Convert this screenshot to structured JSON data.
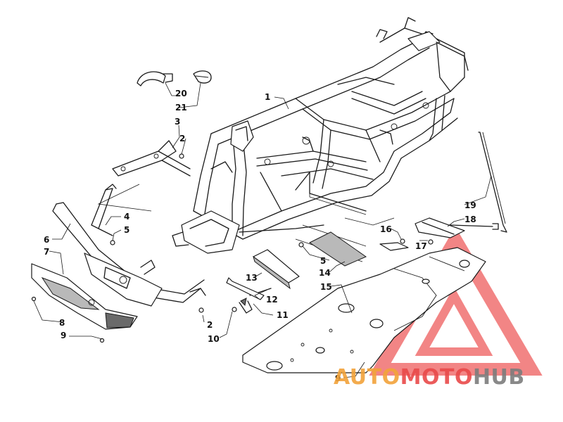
{
  "diagram": {
    "callouts": [
      {
        "id": "c1",
        "text": "1"
      },
      {
        "id": "c2a",
        "text": "2"
      },
      {
        "id": "c3",
        "text": "3"
      },
      {
        "id": "c4",
        "text": "4"
      },
      {
        "id": "c5a",
        "text": "5"
      },
      {
        "id": "c6",
        "text": "6"
      },
      {
        "id": "c7",
        "text": "7"
      },
      {
        "id": "c8",
        "text": "8"
      },
      {
        "id": "c9a",
        "text": "9"
      },
      {
        "id": "c20",
        "text": "20"
      },
      {
        "id": "c21",
        "text": "21"
      },
      {
        "id": "c2b",
        "text": "2"
      },
      {
        "id": "c10",
        "text": "10"
      },
      {
        "id": "c11",
        "text": "11"
      },
      {
        "id": "c12",
        "text": "12"
      },
      {
        "id": "c13",
        "text": "13"
      },
      {
        "id": "c5b",
        "text": "5"
      },
      {
        "id": "c14",
        "text": "14"
      },
      {
        "id": "c15",
        "text": "15"
      },
      {
        "id": "c16",
        "text": "16"
      },
      {
        "id": "c17",
        "text": "17"
      },
      {
        "id": "c18",
        "text": "18"
      },
      {
        "id": "c19",
        "text": "19"
      },
      {
        "id": "c9b",
        "text": "9"
      }
    ]
  },
  "watermark": {
    "part1": "AUTO",
    "part2": "MOTO",
    "part3": "HUB",
    "color_primary": "#f2a33a",
    "color_secondary": "#e94a4a",
    "color_tertiary": "#7d7d7d"
  }
}
